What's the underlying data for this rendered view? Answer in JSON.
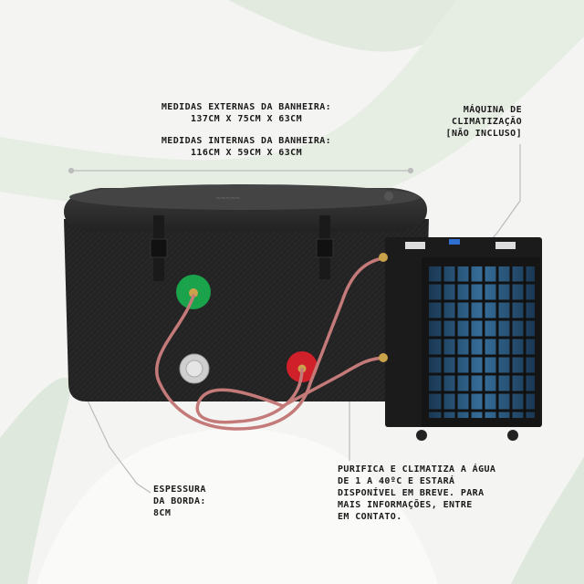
{
  "external_dims": {
    "title": "MEDIDAS EXTERNAS DA BANHEIRA:",
    "value": "137CM X 75CM X 63CM"
  },
  "internal_dims": {
    "title": "MEDIDAS INTERNAS DA BANHEIRA:",
    "value": "116CM X 59CM X 63CM"
  },
  "machine": {
    "line1": "MÁQUINA DE",
    "line2": "CLIMATIZAÇÃO",
    "line3": "[NÃO INCLUSO]"
  },
  "border": {
    "line1": "ESPESSURA",
    "line2": "DA BORDA:",
    "line3": "8CM"
  },
  "purify": {
    "line1": "PURIFICA E CLIMATIZA A ÁGUA",
    "line2": "DE 1 A 40ºC E ESTARÁ",
    "line3": "DISPONÍVEL EM BREVE. PARA",
    "line4": "MAIS INFORMAÇÕES, ENTRE",
    "line5": "EM CONTATO."
  },
  "colors": {
    "background": "#f4f5f3",
    "accent_green": "#dfe8dc",
    "tub_body": "#2b2b2b",
    "valve_green": "#1aa34a",
    "valve_red": "#d0202a",
    "hose": "#c47a78"
  }
}
